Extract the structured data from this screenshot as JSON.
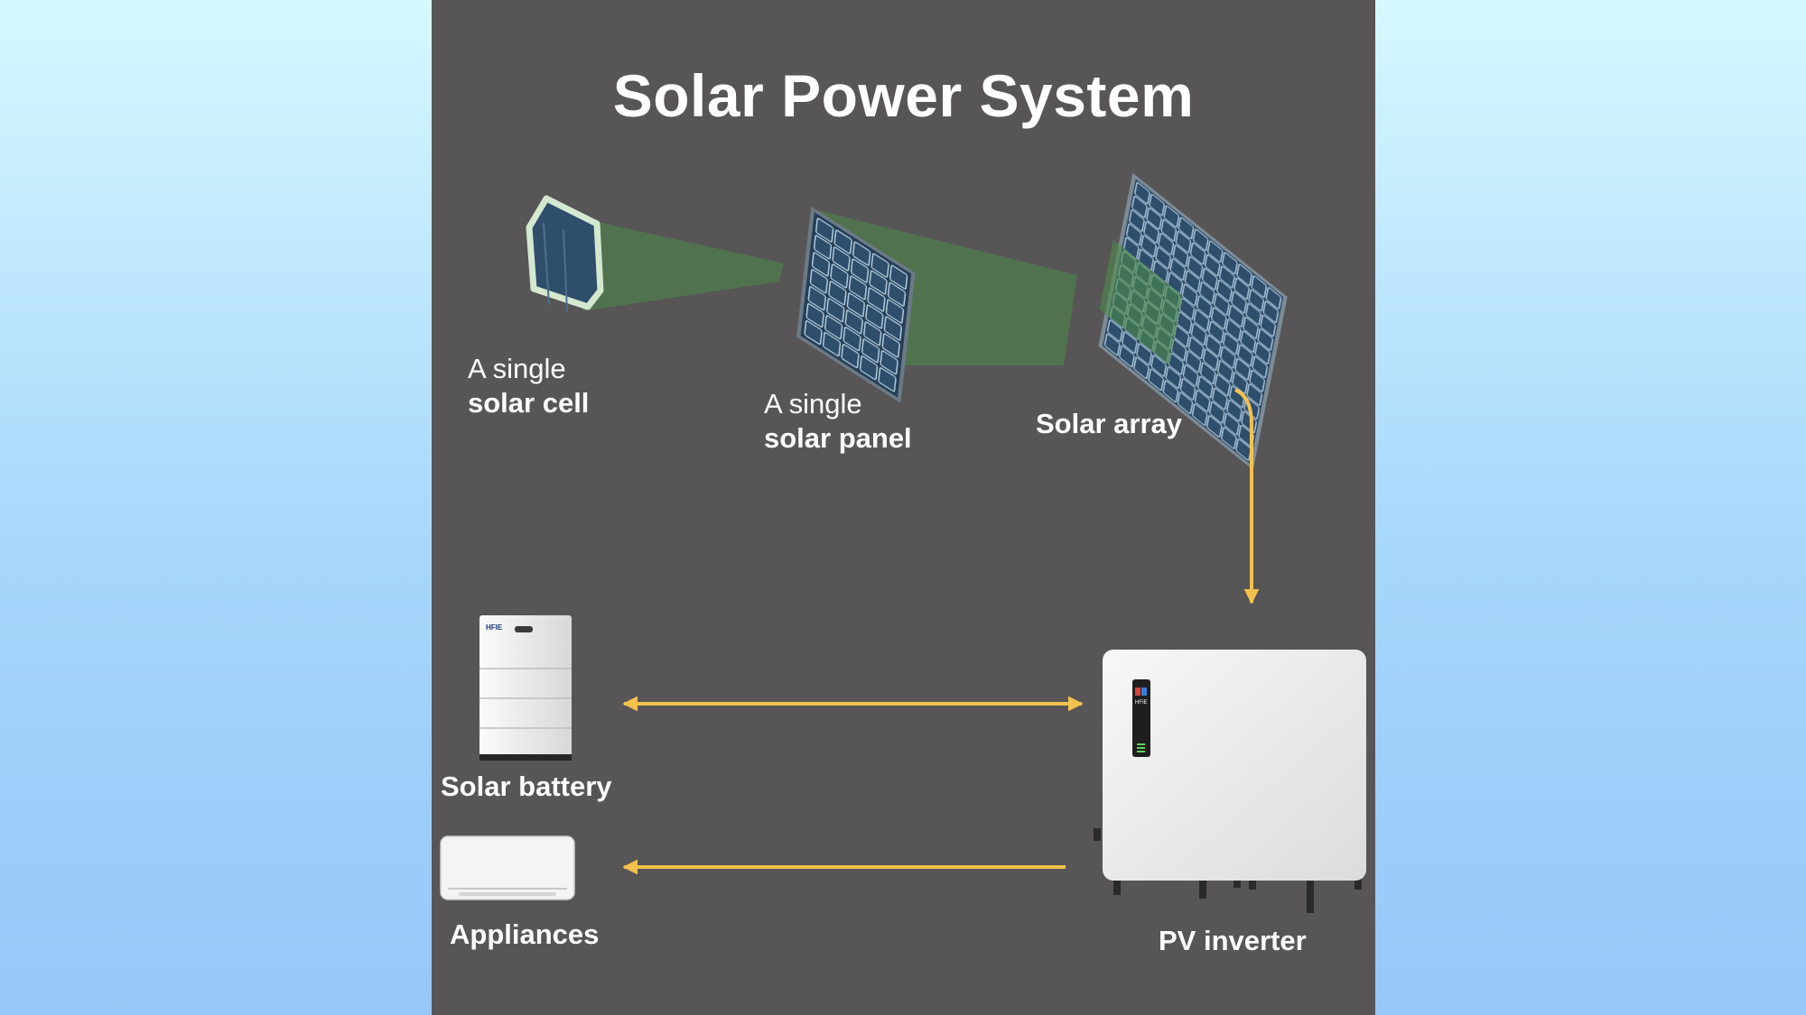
{
  "title": "Solar Power System",
  "labels": {
    "cell": {
      "line1": "A single",
      "line2": "solar cell"
    },
    "panel": {
      "line1": "A single",
      "line2": "solar panel"
    },
    "array": "Solar array",
    "battery": "Solar battery",
    "appliances": "Appliances",
    "inverter": "PV inverter"
  },
  "device_brand": "HFIE",
  "colors": {
    "background_panel": "#575556",
    "arrow": "#f2c14e",
    "beam": "#4c8a4a",
    "cell_blue": "#2e4e6c",
    "frame": "#d4e8d0"
  },
  "connections": [
    {
      "from": "solar-array",
      "to": "pv-inverter",
      "direction": "one-way"
    },
    {
      "from": "solar-battery",
      "to": "pv-inverter",
      "direction": "two-way"
    },
    {
      "from": "pv-inverter",
      "to": "appliances",
      "direction": "one-way"
    }
  ]
}
